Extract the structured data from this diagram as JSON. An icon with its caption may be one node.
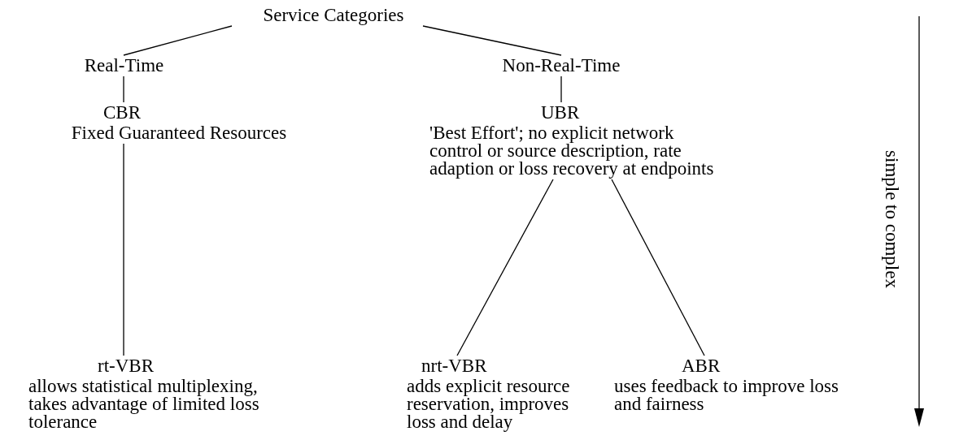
{
  "diagram": {
    "nodes": [
      {
        "text": [
          "Service Categories"
        ]
      },
      {
        "text": [
          "Real-Time"
        ]
      },
      {
        "text": [
          "Non-Real-Time"
        ]
      },
      {
        "text": [
          "CBR",
          "Fixed Guaranteed Resources"
        ]
      },
      {
        "text": [
          "UBR",
          "'Best Effort'; no explicit network control or source description, rate adaption or loss recovery at endpoints"
        ]
      },
      {
        "text": [
          "rt-VBR",
          "allows statistical multiplexing, takes advantage of limited loss tolerance"
        ]
      },
      {
        "text": [
          "nrt-VBR",
          "adds explicit resource reservation, improves loss and delay"
        ]
      },
      {
        "text": [
          "ABR",
          "uses feedback to improve loss and fairness"
        ]
      }
    ],
    "edges": [
      {
        "from": 0,
        "to": 1,
        "arrow": "none"
      },
      {
        "from": 0,
        "to": 2,
        "arrow": "none"
      },
      {
        "from": 1,
        "to": 3,
        "arrow": "none"
      },
      {
        "from": 2,
        "to": 4,
        "arrow": "none"
      },
      {
        "from": 3,
        "to": 5,
        "arrow": "none"
      },
      {
        "from": 4,
        "to": 6,
        "arrow": "none"
      },
      {
        "from": 4,
        "to": 7,
        "arrow": "none"
      }
    ],
    "labels": [
      "simple to complex"
    ]
  }
}
